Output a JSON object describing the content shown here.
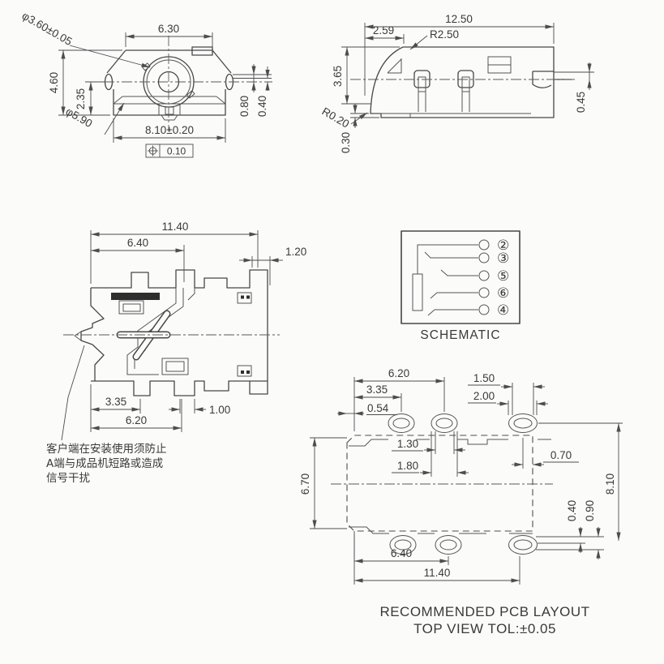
{
  "front_view": {
    "w_top": "6.30",
    "dia_inner": "φ3.60±0.05",
    "h_total": "4.60",
    "h_center": "2.35",
    "dia_outer": "φ5.90",
    "w_bottom": "8.10±0.20",
    "gdt_symbol": "position-tolerance-symbol",
    "gdt_value": "0.10",
    "pin_above": "0.80",
    "pin_below": "0.40"
  },
  "side_view": {
    "w_total": "12.50",
    "w_left": "2.59",
    "r_top": "R2.50",
    "h_left": "3.65",
    "r_corner": "R0.20",
    "h_step": "0.30",
    "h_pad": "0.45"
  },
  "top_view": {
    "w_total": "11.40",
    "w_inner": "6.40",
    "pin_right_w": "1.20",
    "d_left": "3.35",
    "d_inner": "6.20",
    "pin_w": "1.00",
    "note_line1": "客户端在安装使用须防止",
    "note_line2": "A端与成品机短路或造成",
    "note_line3": "信号干扰"
  },
  "schematic": {
    "title": "SCHEMATIC",
    "pins": [
      "②",
      "③",
      "⑤",
      "⑥",
      "④"
    ]
  },
  "pcb_layout": {
    "title_line1": "RECOMMENDED PCB LAYOUT",
    "title_line2": "TOP VIEW TOL:±0.05",
    "dims": {
      "top_span": "6.20",
      "pad1_x": "3.35",
      "edge_gap": "0.54",
      "pad3_slot": "1.50",
      "pad3_w": "2.00",
      "slot_w": "1.30",
      "pad_w": "1.80",
      "pad3_edge": "0.70",
      "row_span": "8.10",
      "trace1": "0.40",
      "trace2": "0.90",
      "body_h": "6.70",
      "bot_inner": "6.40",
      "bot_span": "11.40"
    }
  }
}
